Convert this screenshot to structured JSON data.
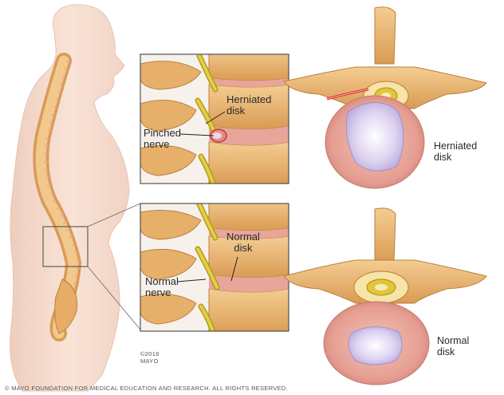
{
  "labels": {
    "herniated_disk_inset": "Herniated\ndisk",
    "pinched_nerve": "Pinched\nnerve",
    "normal_disk_inset": "Normal\ndisk",
    "normal_nerve": "Normal\nnerve",
    "herniated_disk_cross": "Herniated\ndisk",
    "normal_disk_cross": "Normal\ndisk"
  },
  "copyright": {
    "year": "©2016",
    "org": "MAYO"
  },
  "footer": "© MAYO FOUNDATION FOR MEDICAL EDUCATION AND RESEARCH. ALL RIGHTS RESERVED.",
  "colors": {
    "bone": "#e9b774",
    "bone_dark": "#b8813d",
    "disk": "#e8a59a",
    "disk_outer": "#d98b7f",
    "nucleus": "#c9bde6",
    "nerve": "#d8c23a",
    "skin": "#f6dccd",
    "inflammation": "#d62a2a"
  }
}
